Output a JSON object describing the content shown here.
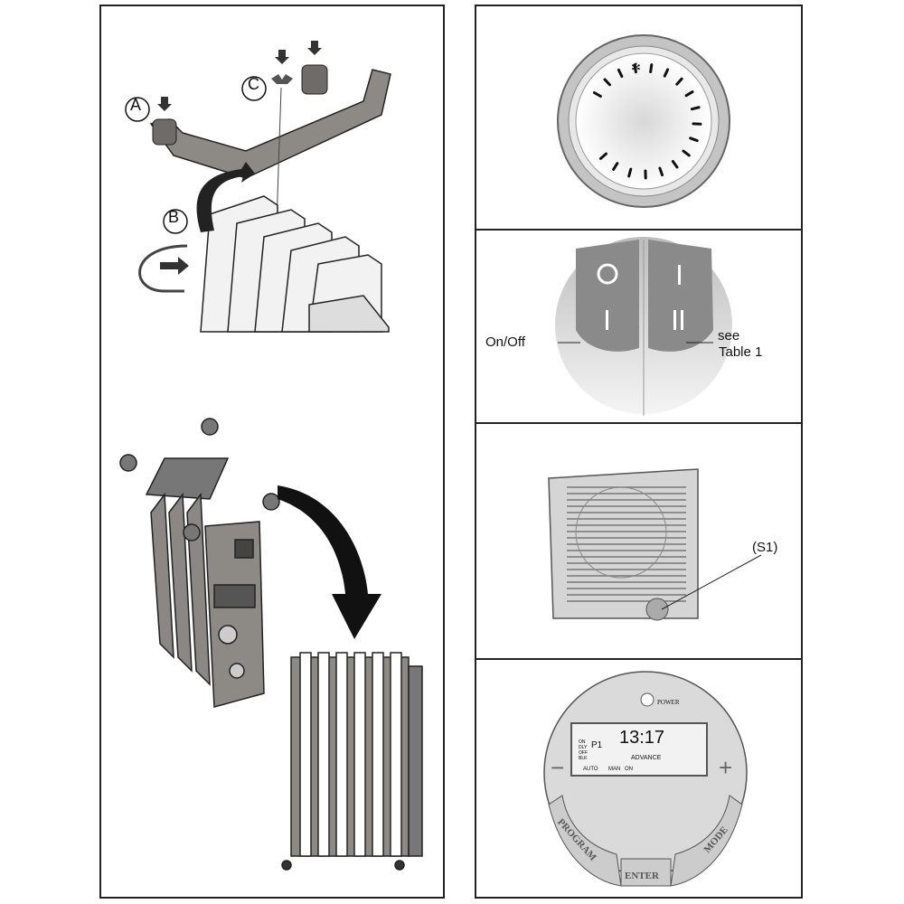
{
  "assembly_panel": {
    "callouts": {
      "a": "A",
      "b": "B",
      "c": "C"
    }
  },
  "thermostat_panel": {
    "icon": "snowflake-frost-icon"
  },
  "switch_panel": {
    "on_off_label": "On/Off",
    "see_table_label_line1": "see",
    "see_table_label_line2": "Table 1"
  },
  "fan_panel": {
    "s1_label": "(S1)"
  },
  "timer_panel": {
    "power_label": "POWER",
    "time": "13:17",
    "program": "P1",
    "advance": "ADVANCE",
    "status_left": [
      "ON",
      "DLY",
      "OFF",
      "BLK"
    ],
    "modes": [
      "AUTO",
      "MAN",
      "ON"
    ],
    "minus": "−",
    "plus": "+",
    "program_button": "PROGRAM",
    "enter_button": "ENTER",
    "mode_button": "MODE"
  }
}
